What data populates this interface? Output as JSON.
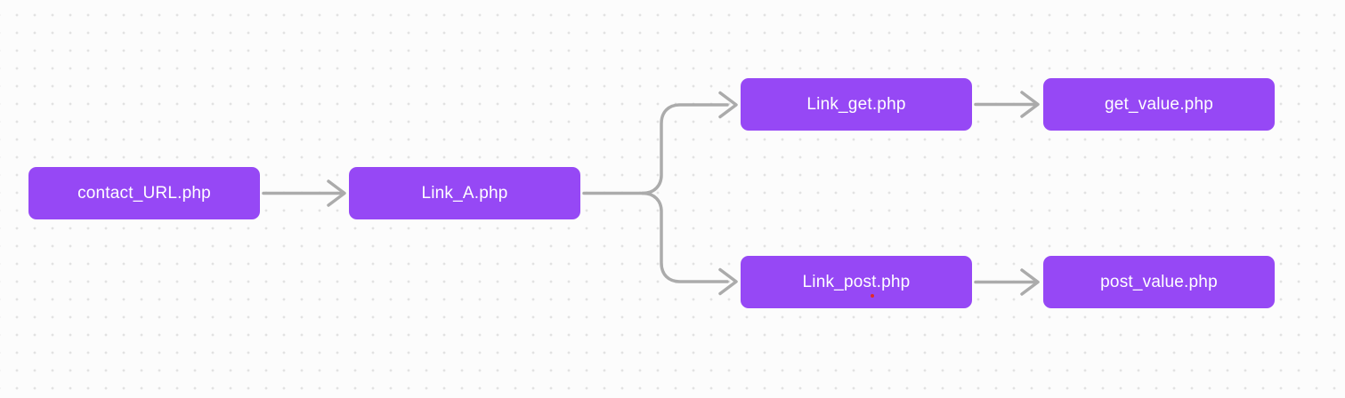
{
  "theme": {
    "canvas_bg": "#FCFCFC",
    "dot_color": "#E2E2E2",
    "node_color": "#9648F5",
    "node_text_color": "#FFFFFF",
    "connector_color": "#ABABAB",
    "marker_color": "#E02B2B"
  },
  "diagram": {
    "type": "flowchart",
    "direction": "left-to-right"
  },
  "nodes": [
    {
      "id": "contact_URL",
      "label": "contact_URL.php"
    },
    {
      "id": "Link_A",
      "label": "Link_A.php"
    },
    {
      "id": "Link_get",
      "label": "Link_get.php"
    },
    {
      "id": "get_value",
      "label": "get_value.php"
    },
    {
      "id": "Link_post",
      "label": "Link_post.php"
    },
    {
      "id": "post_value",
      "label": "post_value.php"
    }
  ],
  "edges": [
    {
      "from": "contact_URL.php",
      "to": "Link_A.php"
    },
    {
      "from": "Link_A.php",
      "to": "Link_get.php"
    },
    {
      "from": "Link_A.php",
      "to": "Link_post.php"
    },
    {
      "from": "Link_get.php",
      "to": "get_value.php"
    },
    {
      "from": "Link_post.php",
      "to": "post_value.php"
    }
  ]
}
